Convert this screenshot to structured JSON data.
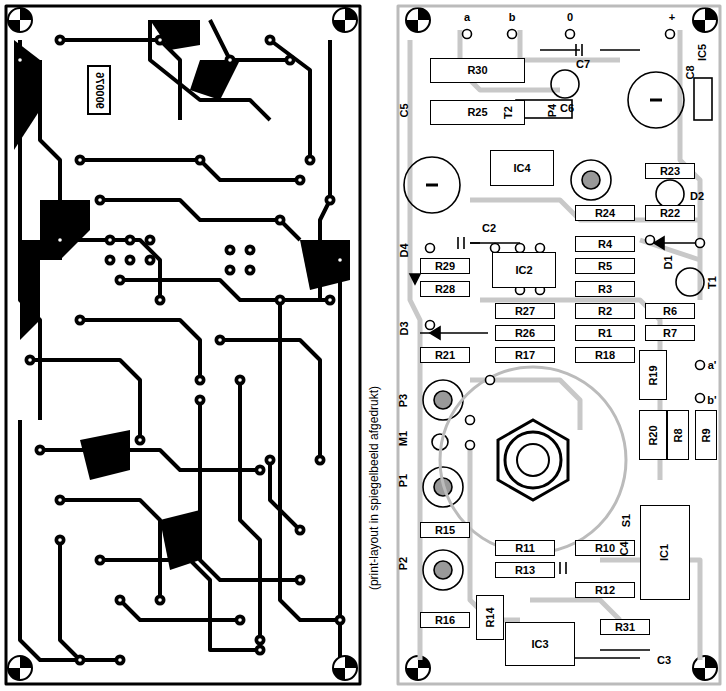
{
  "diagram": {
    "nodes": [
      {
        "text": [
          "R30"
        ]
      },
      {
        "text": [
          "R25"
        ]
      },
      {
        "text": [
          "IC4"
        ]
      },
      {
        "text": [
          "R23"
        ]
      },
      {
        "text": [
          "R24"
        ]
      },
      {
        "text": [
          "R22"
        ]
      },
      {
        "text": [
          "IC2"
        ]
      },
      {
        "text": [
          "R4"
        ]
      },
      {
        "text": [
          "R29"
        ]
      },
      {
        "text": [
          "R5"
        ]
      },
      {
        "text": [
          "R28"
        ]
      },
      {
        "text": [
          "R3"
        ]
      },
      {
        "text": [
          "R27"
        ]
      },
      {
        "text": [
          "R2"
        ]
      },
      {
        "text": [
          "R6"
        ]
      },
      {
        "text": [
          "R26"
        ]
      },
      {
        "text": [
          "R1"
        ]
      },
      {
        "text": [
          "R7"
        ]
      },
      {
        "text": [
          "R21"
        ]
      },
      {
        "text": [
          "R17"
        ]
      },
      {
        "text": [
          "R18"
        ]
      },
      {
        "text": [
          "R19"
        ]
      },
      {
        "text": [
          "R20"
        ]
      },
      {
        "text": [
          "R8"
        ]
      },
      {
        "text": [
          "R9"
        ]
      },
      {
        "text": [
          "IC1"
        ]
      },
      {
        "text": [
          "R15"
        ]
      },
      {
        "text": [
          "R11"
        ]
      },
      {
        "text": [
          "R10"
        ]
      },
      {
        "text": [
          "R13"
        ]
      },
      {
        "text": [
          "R12"
        ]
      },
      {
        "text": [
          "R16"
        ]
      },
      {
        "text": [
          "R14"
        ]
      },
      {
        "text": [
          "IC3"
        ]
      },
      {
        "text": [
          "R31"
        ]
      }
    ],
    "edges": [],
    "labels": [
      "900076",
      "(print-layout in spiegelbeeld afgedrukt)",
      "a",
      "b",
      "0",
      "+",
      "C7",
      "C8",
      "IC5",
      "C6",
      "T2",
      "P4",
      "C5",
      "C2",
      "D2",
      "D4",
      "D1",
      "T1",
      "D3",
      "P3",
      "M1",
      "P1",
      "P2",
      "S1",
      "C4",
      "C3",
      "a'",
      "b'"
    ]
  }
}
